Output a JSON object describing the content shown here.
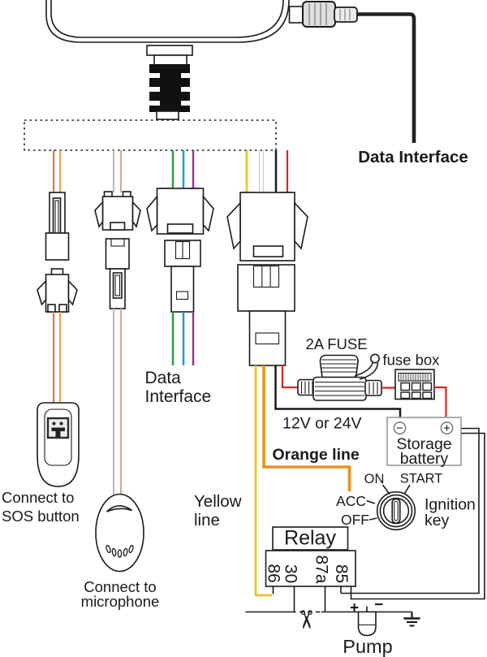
{
  "labels": {
    "data_interface_cable": "Data Interface",
    "data_interface_plug": {
      "line1": "Data",
      "line2": "Interface"
    },
    "sos": {
      "line1": "Connect to",
      "line2": "SOS button"
    },
    "microphone": {
      "line1": "Connect to",
      "line2": "microphone"
    },
    "fuse": "2A FUSE",
    "fuse_box": "fuse box",
    "voltage": "12V or 24V",
    "orange_line": "Orange line",
    "yellow_line": {
      "line1": "Yellow",
      "line2": "line"
    },
    "storage_battery": {
      "line1": "Storage",
      "line2": "battery",
      "minus": "−",
      "plus": "+"
    },
    "ignition": {
      "on": "ON",
      "start": "START",
      "acc": "ACC",
      "off": "OFF",
      "label_line1": "Ignition",
      "label_line2": "key"
    },
    "relay": {
      "title": "Relay",
      "pin_86": "86",
      "pin_30": "30",
      "pin_87a": "87a",
      "pin_85": "85"
    },
    "pump": {
      "label": "Pump",
      "plus": "+",
      "minus": "−"
    }
  },
  "icons": {
    "scissors": "✂"
  },
  "colors": {
    "orange_dark": "#d0842f",
    "orange_light": "#eca24e",
    "gray_wire": "#b9b9b9",
    "tan_wire": "#c9b18c",
    "green_wire": "#2f9e41",
    "blue_wire": "#2b96d8",
    "purple_wire": "#8f3a92",
    "yellow_wire": "#eac72b",
    "black_wire": "#1a1a1a",
    "red_wire": "#cc2a20",
    "orange_line": "#e8921c"
  }
}
